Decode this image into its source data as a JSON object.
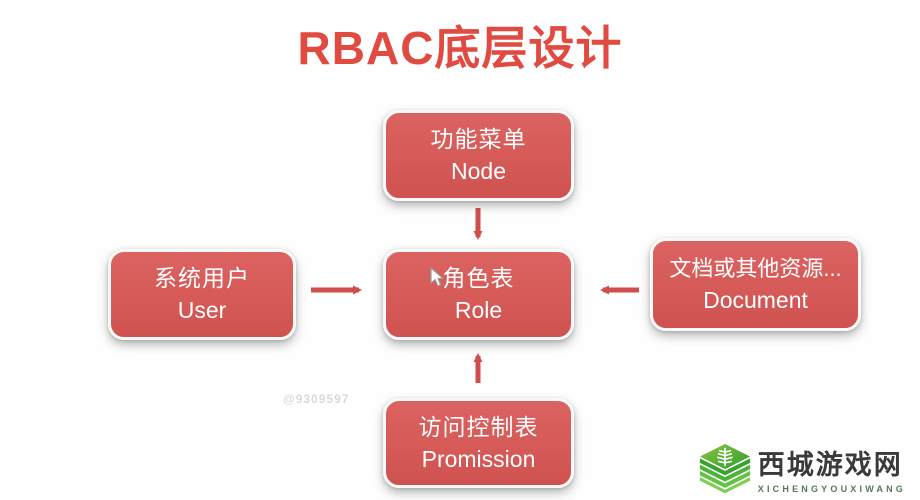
{
  "title": "RBAC底层设计",
  "watermark": "@9309597",
  "diagram": {
    "nodes": [
      {
        "id": "node",
        "zh": "功能菜单",
        "en": "Node"
      },
      {
        "id": "user",
        "zh": "系统用户",
        "en": "User"
      },
      {
        "id": "role",
        "zh": "角色表",
        "en": "Role"
      },
      {
        "id": "document",
        "zh": "文档或其他资源...",
        "en": "Document"
      },
      {
        "id": "promission",
        "zh": "访问控制表",
        "en": "Promission"
      }
    ],
    "edges": [
      {
        "from": "node",
        "to": "role",
        "direction": "down"
      },
      {
        "from": "user",
        "to": "role",
        "direction": "right"
      },
      {
        "from": "document",
        "to": "role",
        "direction": "left"
      },
      {
        "from": "promission",
        "to": "role",
        "direction": "up"
      }
    ]
  },
  "logo": {
    "name": "西城游戏网",
    "subtitle": "XICHENGYOUXIWANG"
  },
  "colors": {
    "box_fill": "#d55a58",
    "title_red": "#e14a41",
    "arrow_red": "#cf4e4c",
    "logo_green": "#3f9e36",
    "watermark_gray": "#dadada"
  }
}
